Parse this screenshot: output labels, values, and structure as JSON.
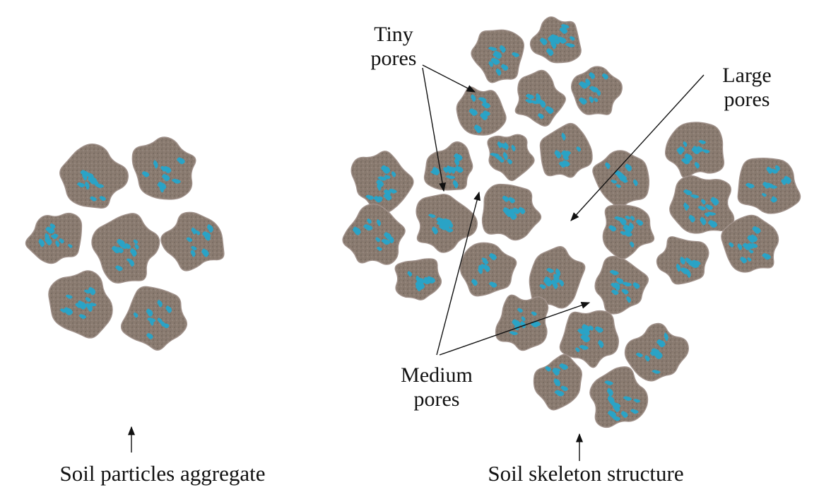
{
  "diagram": {
    "left_caption": "Soil particles aggregate",
    "right_caption": "Soil skeleton structure",
    "labels": {
      "tiny_pores": [
        "Tiny",
        "pores"
      ],
      "large_pores": [
        "Large",
        "pores"
      ],
      "medium_pores": [
        "Medium",
        "pores"
      ]
    }
  },
  "colors": {
    "particle_fill": "#8a7b70",
    "particle_edge": "#a0918a",
    "water_spots": "#2aa3c6",
    "text": "#111111",
    "arrow": "#111111",
    "background": "#ffffff"
  }
}
